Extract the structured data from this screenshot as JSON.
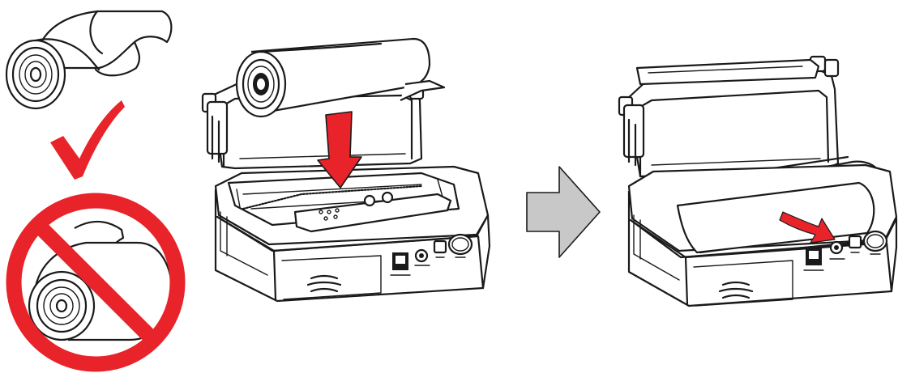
{
  "colors": {
    "accent_red": "#e8232a",
    "arrow_gray": "#c8c8c8",
    "ink": "#1a1a1a",
    "background": "#ffffff"
  },
  "steps": [
    {
      "id": "correct-orientation",
      "icon": "checkmark-icon"
    },
    {
      "id": "wrong-orientation",
      "icon": "prohibited-icon"
    },
    {
      "id": "insert-roll",
      "icon": "down-arrow-icon"
    },
    {
      "id": "next-step",
      "icon": "right-arrow-icon"
    },
    {
      "id": "pull-paper",
      "icon": "curved-arrow-icon"
    }
  ]
}
